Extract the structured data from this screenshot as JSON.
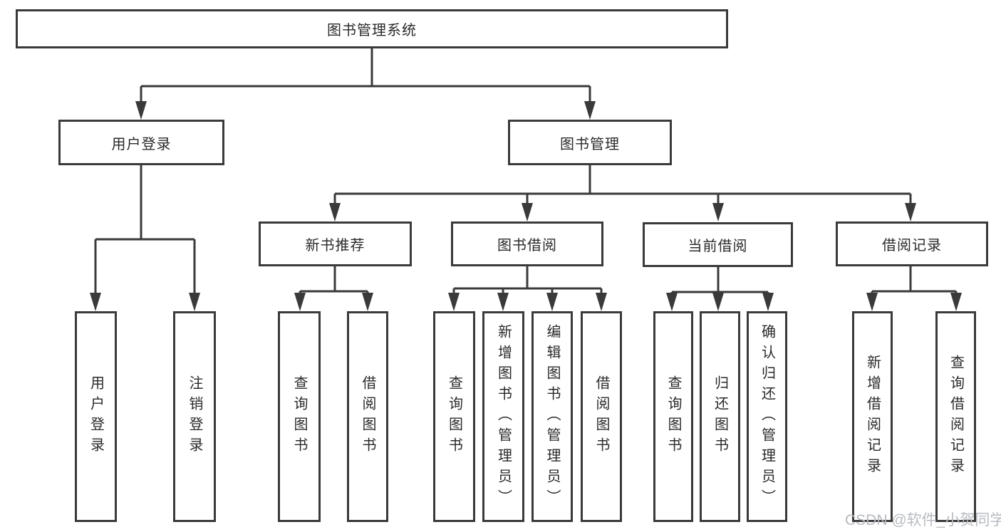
{
  "root": {
    "label": "图书管理系统"
  },
  "branches": {
    "user_login": {
      "label": "用户登录",
      "children": [
        "用户登录",
        "注销登录"
      ]
    },
    "book_management": {
      "label": "图书管理",
      "sections": [
        {
          "label": "新书推荐",
          "children": [
            "查询图书",
            "借阅图书"
          ]
        },
        {
          "label": "图书借阅",
          "children": [
            "查询图书",
            "新增图书（管理员）",
            "编辑图书（管理员）",
            "借阅图书"
          ]
        },
        {
          "label": "当前借阅",
          "children": [
            "查询图书",
            "归还图书",
            "确认归还（管理员）"
          ]
        },
        {
          "label": "借阅记录",
          "children": [
            "新增借阅记录",
            "查询借阅记录"
          ]
        }
      ]
    }
  },
  "watermark": "CSDN @软件_小贺同学",
  "colors": {
    "line": "#3a3a3a",
    "text": "#2a2a2a",
    "watermark": "#b7bbc1",
    "background": "#ffffff"
  }
}
